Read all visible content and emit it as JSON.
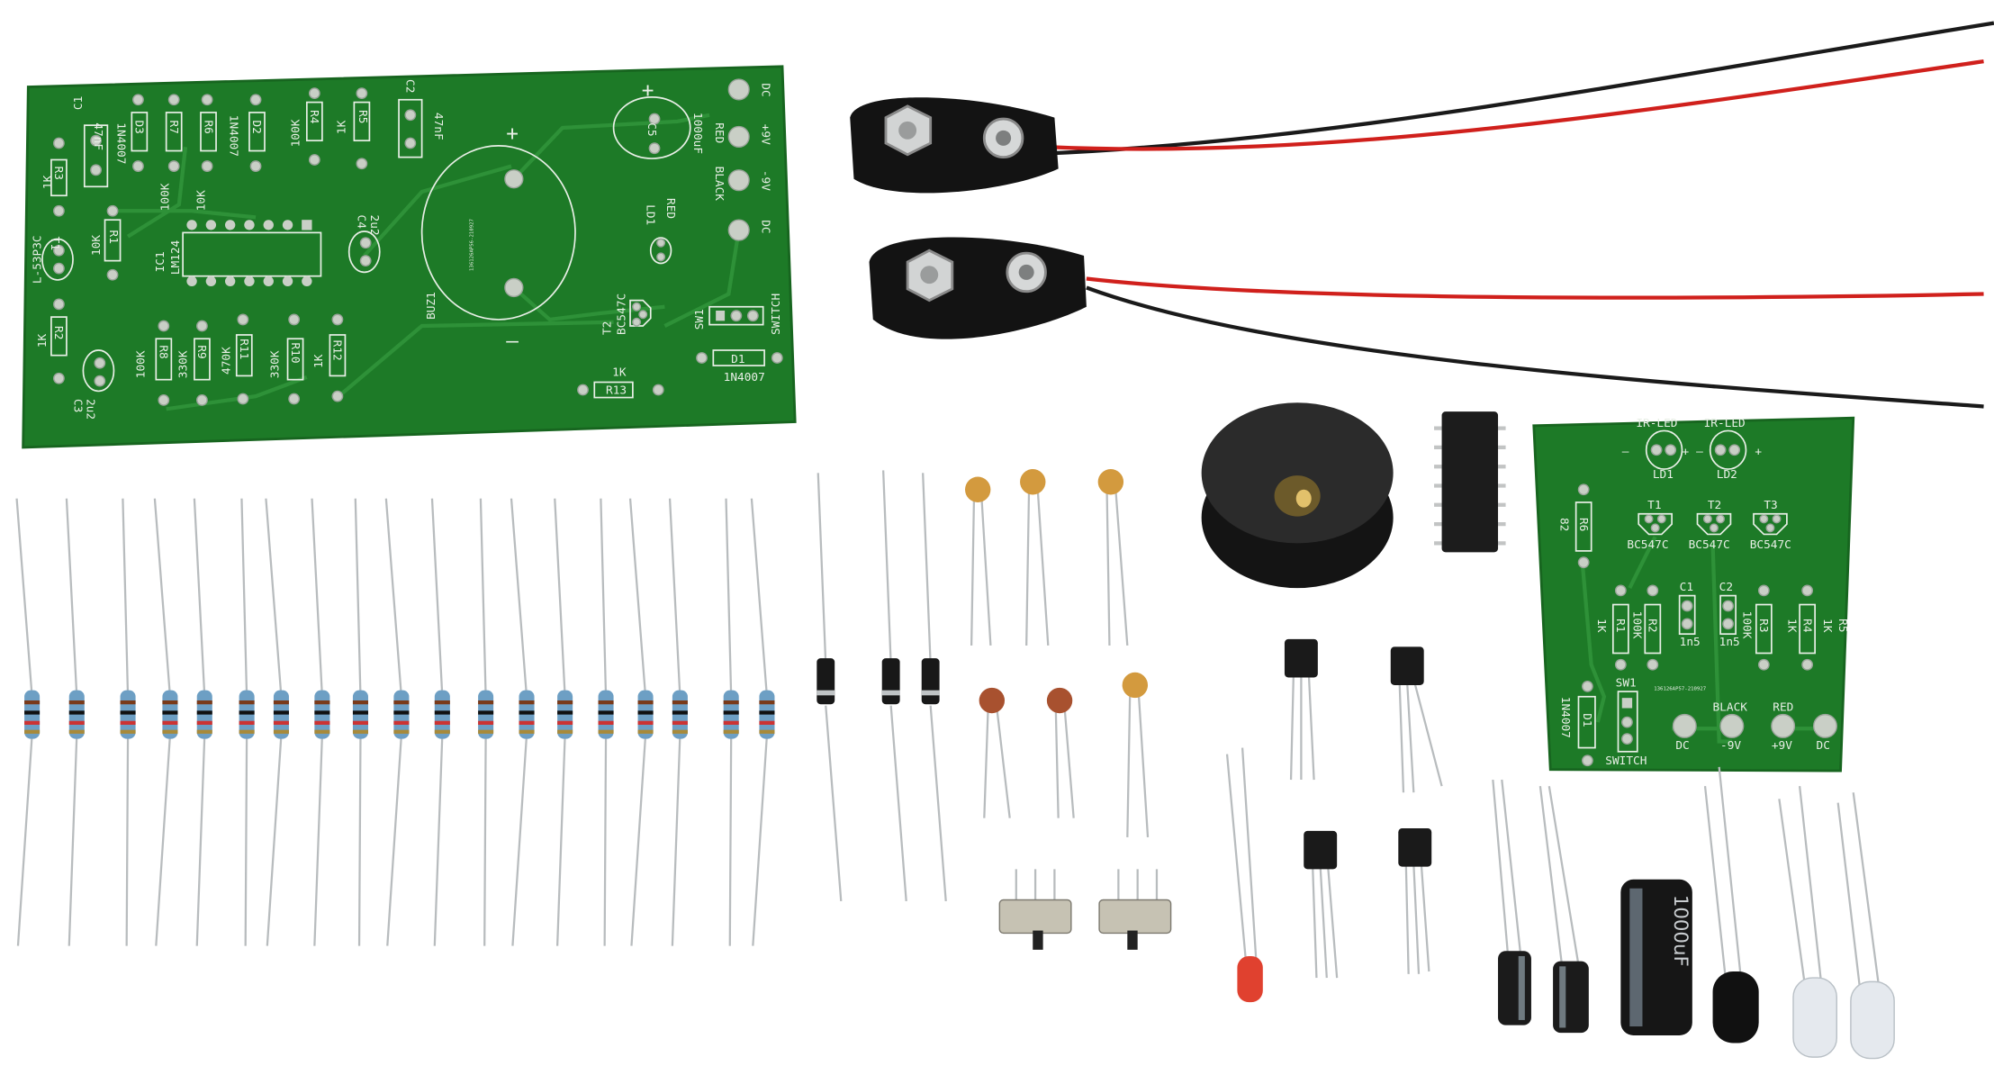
{
  "main_board": {
    "color": "#1d7a27",
    "serial": "136126AP56-210927",
    "labels": {
      "c1": "C1",
      "c1_val": "47nF",
      "d3_val": "1N4007",
      "d3": "D3",
      "r7": "R7",
      "r7_val": "100K",
      "r6": "R6",
      "r6_val": "10K",
      "d2_val": "1N4007",
      "d2": "D2",
      "r4_val": "100K",
      "r4": "R4",
      "r5_val": "1K",
      "r5": "R5",
      "c2": "C2",
      "c2_val": "47nF",
      "plus": "+",
      "minus": "–",
      "c5": "C5",
      "c5_val": "1000uF",
      "dc_top": "DC",
      "red": "RED",
      "plus9v": "+9V",
      "black": "BLACK",
      "minus9v": "-9V",
      "dc_bottom": "DC",
      "ld1": "LD1",
      "ld1_color": "RED",
      "r3": "R3",
      "r3_val": "1K",
      "r1": "R1",
      "r1_val": "10K",
      "t1": "T1",
      "t1_val": "L-53P3C",
      "ic1": "IC1",
      "ic1_val": "LM124",
      "c4": "C4",
      "c4_val": "2u2",
      "buz1": "BUZ1",
      "t2": "T2",
      "t2_val": "BC547C",
      "sw1": "SW1",
      "switch": "SWITCH",
      "r2": "R2",
      "r2_val": "1K",
      "c3": "C3",
      "c3_val": "2u2",
      "r8": "R8",
      "r8_val": "100K",
      "r9": "R9",
      "r9_val": "330K",
      "r11": "R11",
      "r11_val": "470K",
      "r10": "R10",
      "r10_val": "330K",
      "r12": "R12",
      "r12_val": "1K",
      "d1": "D1",
      "d1_val": "1N4007",
      "r13": "R13",
      "r13_val": "1K"
    }
  },
  "small_board": {
    "color": "#1d7a27",
    "serial": "136126AP57-210927",
    "labels": {
      "ir_led1": "IR-LED",
      "ir_led2": "IR-LED",
      "ld1": "LD1",
      "ld2": "LD2",
      "t1": "T1",
      "t2": "T2",
      "t3": "T3",
      "bc1": "BC547C",
      "bc2": "BC547C",
      "bc3": "BC547C",
      "r6": "R6",
      "r6_val": "82",
      "r1": "R1",
      "r1_val": "1K",
      "r2": "R2",
      "r2_val": "100K",
      "c1": "C1",
      "c1_val": "1n5",
      "c2": "C2",
      "c2_val": "1n5",
      "r3": "R3",
      "r3_val": "100K",
      "r4": "R4",
      "r4_val": "1K",
      "r5": "R5",
      "r5_val": "1K",
      "d1": "D1",
      "d1_val": "1N4007",
      "sw1": "SW1",
      "switch": "SWITCH",
      "black": "BLACK",
      "red": "RED",
      "dc1": "DC",
      "minus9v": "-9V",
      "plus9v": "+9V",
      "dc2": "DC",
      "plus": "+",
      "minus": "–"
    }
  },
  "components": {
    "electrolytic_big_label": "1000uF",
    "wire_red": "#d0201c",
    "wire_black": "#1a1a1a"
  }
}
